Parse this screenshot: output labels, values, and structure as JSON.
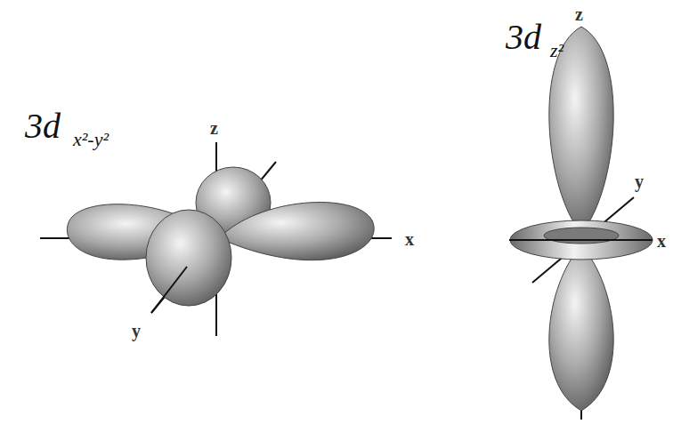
{
  "diagram": {
    "labels": [
      "3d",
      "x²-y²",
      "z",
      "x",
      "y",
      "3d",
      "z²",
      "z",
      "y",
      "x"
    ]
  }
}
